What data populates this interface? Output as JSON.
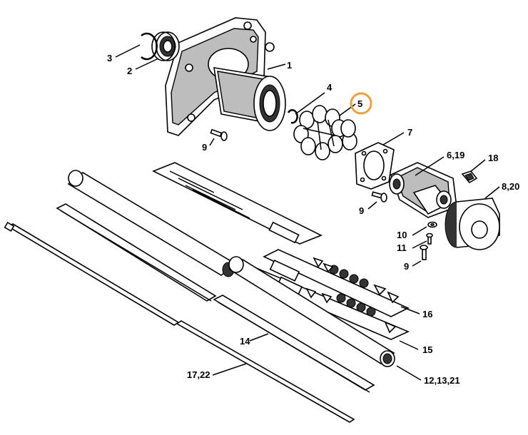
{
  "diagram": {
    "labels": {
      "l1": "1",
      "l2": "2",
      "l3": "3",
      "l4": "4",
      "l5": "5",
      "l6_19": "6,19",
      "l7": "7",
      "l8_20": "8,20",
      "l9a": "9",
      "l9b": "9",
      "l9c": "9",
      "l10": "10",
      "l11": "11",
      "l12_13_21": "12,13,21",
      "l14": "14",
      "l15": "15",
      "l16": "16",
      "l17_22": "17,22",
      "l18": "18"
    },
    "highlight_color": "#f0a040"
  }
}
